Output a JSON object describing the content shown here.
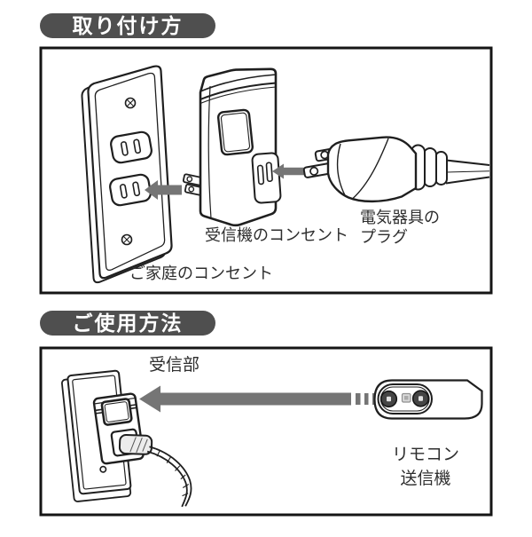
{
  "colors": {
    "badge_bg": "#4f4f4f",
    "badge_text": "#ffffff",
    "arrow": "#757575",
    "line_art": "#1f1f1f",
    "frame_border": "#151515",
    "background": "#ffffff"
  },
  "install_section": {
    "header": "取り付け方",
    "labels": {
      "receiver_outlet": "受信機のコンセント",
      "appliance_plug_line1": "電気器具の",
      "appliance_plug_line2": "プラグ",
      "household_outlet": "ご家庭のコンセント"
    }
  },
  "usage_section": {
    "header": "ご使用方法",
    "labels": {
      "receiver_window": "受信部",
      "remote_line1": "リモコン",
      "remote_line2": "送信機"
    }
  }
}
